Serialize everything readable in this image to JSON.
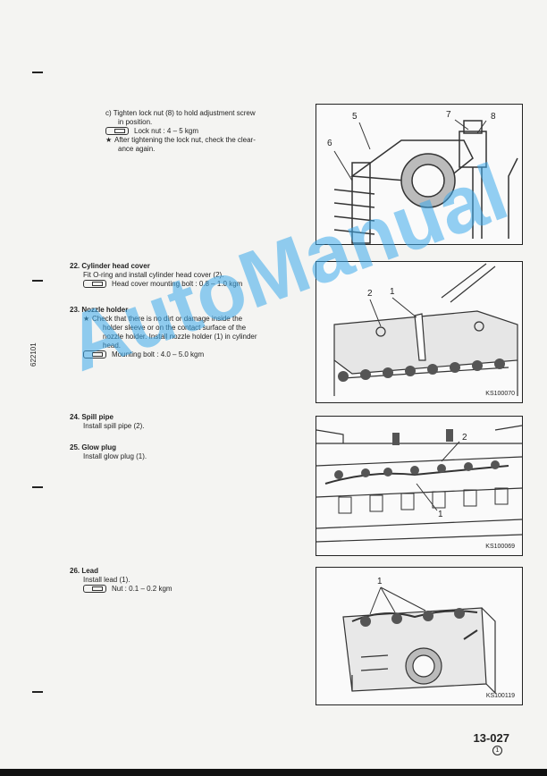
{
  "steps": {
    "c": {
      "text1": "c)   Tighten lock nut (8) to hold adjustment screw",
      "text2": "in position.",
      "spec": "Lock nut : 4 – 5 kgm",
      "note1": "After tightening the lock nut, check the clear-",
      "note2": "ance again."
    },
    "s22": {
      "title": "22. Cylinder head cover",
      "text": "Fit O-ring and install cylinder head cover (2).",
      "spec": "Head cover mounting bolt : 0.8 – 1.0 kgm"
    },
    "s23": {
      "title": "23. Nozzle holder",
      "note1": "Check that there is no dirt or damage inside the",
      "note2": "holder sleeve or on the contact surface of the",
      "note3": "nozzle holder. Install nozzle holder (1) in cylinder",
      "note4": "head.",
      "spec": "Mounting bolt : 4.0 – 5.0 kgm"
    },
    "s24": {
      "title": "24. Spill pipe",
      "text": "Install spill pipe (2)."
    },
    "s25": {
      "title": "25. Glow plug",
      "text": "Install glow plug (1)."
    },
    "s26": {
      "title": "26. Lead",
      "text": "Install lead (1).",
      "spec": "Nut : 0.1 – 0.2 kgm"
    }
  },
  "figures": {
    "f1": {
      "c5": "5",
      "c6": "6",
      "c7": "7",
      "c8": "8"
    },
    "f2": {
      "c2": "2",
      "c1": "1",
      "code": "KS100070"
    },
    "f3": {
      "c2": "2",
      "c1": "1",
      "code": "KS100069"
    },
    "f4": {
      "c1": "1",
      "code": "KS100119"
    }
  },
  "side_code": "622101",
  "watermark": "AutoManual",
  "page": {
    "number": "13-027",
    "revision": "1"
  }
}
